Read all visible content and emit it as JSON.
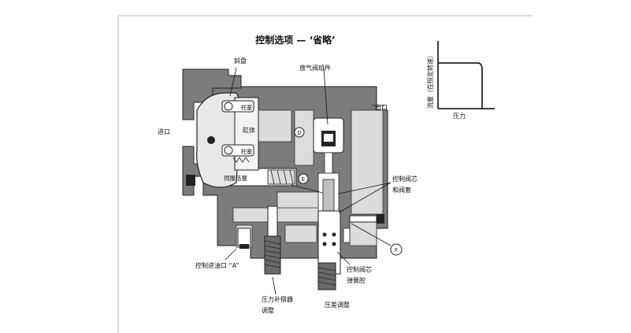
{
  "title": "控制选项 — ‘省略’",
  "labels": {
    "swash": "斜盘",
    "bleed_valve": "放气阀组件",
    "outlet": "出口",
    "inlet": "进口",
    "piston": "柱塞",
    "barrel": "缸体",
    "piston2": "柱塞",
    "servo": "伺服活塞",
    "spool_sleeve_1": "控制阀芯",
    "spool_sleeve_2": "和阀套",
    "ctrl_port": "控制进油口 “A”",
    "spool_spring_1": "控制阀芯",
    "spool_spring_2": "弹簧腔",
    "comp_adj_1": "压力补偿器",
    "comp_adj_2": "调整",
    "diff_adj": "压差调整",
    "marker_D": "D",
    "marker_E": "E",
    "marker_F": "F"
  },
  "graph": {
    "ylabel": "流量（在恒定转速）",
    "xlabel": "压力"
  }
}
